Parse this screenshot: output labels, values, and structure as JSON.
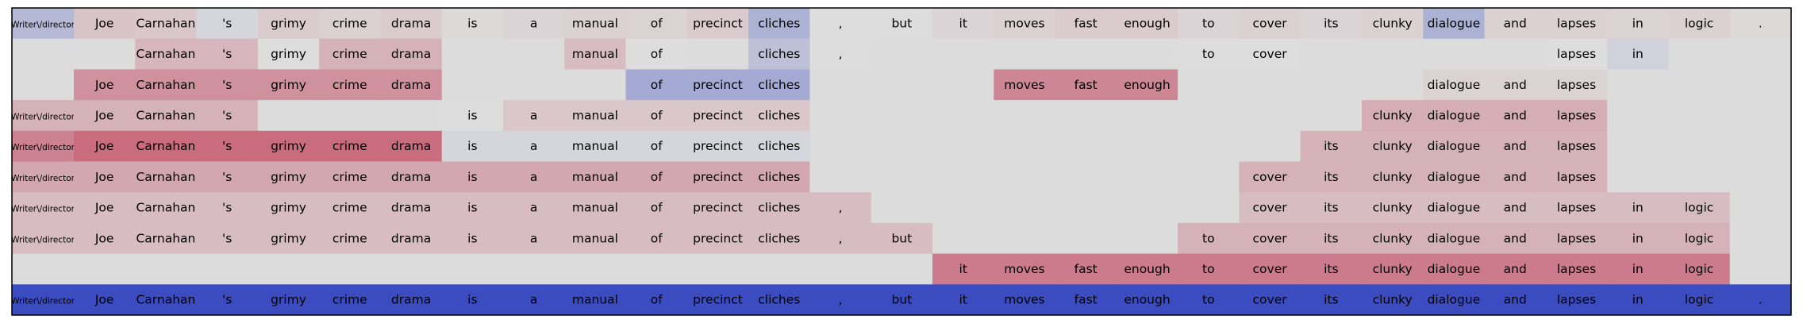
{
  "chart_data": {
    "type": "heatmap",
    "tokens": [
      "Writer\\/director",
      "Joe",
      "Carnahan",
      "'s",
      "grimy",
      "crime",
      "drama",
      "is",
      "a",
      "manual",
      "of",
      "precinct",
      "cliches",
      ",",
      "but",
      "it",
      "moves",
      "fast",
      "enough",
      "to",
      "cover",
      "its",
      "clunky",
      "dialogue",
      "and",
      "lapses",
      "in",
      "logic",
      "."
    ],
    "blank_color": "#dcdcdc",
    "rows": [
      {
        "mask": "11111111111111111111111111111",
        "values": [
          -0.25,
          0.12,
          0.1,
          -0.05,
          0.08,
          0.06,
          0.08,
          0.02,
          0.04,
          0.06,
          0.05,
          0.08,
          -0.3,
          0.0,
          0.0,
          0.04,
          0.06,
          0.08,
          0.08,
          0.04,
          0.06,
          0.04,
          0.06,
          -0.3,
          0.06,
          0.06,
          0.05,
          0.06,
          0.02
        ]
      },
      {
        "mask": "00111110011011000001100001100",
        "values": [
          0,
          0,
          0.18,
          0.18,
          0,
          0.2,
          0.2,
          0,
          0.15,
          0.15,
          0,
          -0.25,
          -0.2,
          0,
          0,
          0,
          0,
          0.2,
          0.2,
          0,
          0,
          0,
          0,
          0.05,
          0.05,
          0,
          -0.08,
          -0.08,
          0
        ]
      },
      {
        "mask": "01111110001110001110000111000",
        "values": [
          0,
          0.35,
          0.35,
          0.35,
          0.35,
          0.35,
          0.35,
          0,
          0,
          0,
          -0.35,
          -0.35,
          -0.35,
          0,
          0,
          0,
          0.4,
          0.4,
          0.4,
          0,
          0,
          0,
          0,
          0.05,
          0.05,
          0.05,
          0,
          0,
          0
        ]
      },
      {
        "mask": "11110001111110000000001111000",
        "values": [
          0.2,
          0.2,
          0.2,
          0.2,
          0,
          0,
          0,
          0,
          0.1,
          0.1,
          0.1,
          0.1,
          0.1,
          0,
          0,
          0,
          0,
          0,
          0,
          0,
          0,
          0,
          0.22,
          0.22,
          0.22,
          0.22,
          0,
          0,
          0
        ]
      },
      {
        "mask": "11111111111110000000011111000",
        "values": [
          0.42,
          0.52,
          0.52,
          0.52,
          0.52,
          0.52,
          0.52,
          -0.05,
          -0.05,
          -0.05,
          -0.05,
          -0.05,
          -0.05,
          0,
          0,
          0,
          0,
          0,
          0,
          0,
          0,
          0.2,
          0.2,
          0.2,
          0.2,
          0.2,
          0,
          0,
          0
        ]
      },
      {
        "mask": "11111111111110000000111111000",
        "values": [
          0.25,
          0.25,
          0.25,
          0.25,
          0.25,
          0.25,
          0.25,
          0.25,
          0.25,
          0.25,
          0.25,
          0.25,
          0.25,
          0,
          0,
          0,
          0,
          0,
          0,
          0,
          0.2,
          0.2,
          0.2,
          0.2,
          0.2,
          0.2,
          0,
          0,
          0
        ]
      },
      {
        "mask": "11111111111111000000111111110",
        "values": [
          0.15,
          0.15,
          0.15,
          0.15,
          0.15,
          0.15,
          0.15,
          0.15,
          0.15,
          0.15,
          0.15,
          0.15,
          0.15,
          0.15,
          0,
          0,
          0,
          0,
          0,
          0,
          0.15,
          0.15,
          0.15,
          0.15,
          0.15,
          0.15,
          0.15,
          0.15,
          0
        ]
      },
      {
        "mask": "11111111111111100001111111110",
        "values": [
          0.15,
          0.15,
          0.15,
          0.15,
          0.15,
          0.15,
          0.15,
          0.15,
          0.15,
          0.15,
          0.15,
          0.15,
          0.15,
          0.15,
          0.15,
          0,
          0,
          0,
          0,
          0.2,
          0.2,
          0.2,
          0.2,
          0.2,
          0.2,
          0.2,
          0.2,
          0.2,
          0
        ]
      },
      {
        "mask": "00000000000000011111111111110",
        "values": [
          0,
          0,
          0,
          0,
          0,
          0,
          0,
          0,
          0,
          0,
          0,
          0,
          0,
          0,
          0,
          0.45,
          0.45,
          0.45,
          0.45,
          0.45,
          0.45,
          0.45,
          0.45,
          0.45,
          0.45,
          0.45,
          0.45,
          0.45,
          0
        ]
      },
      {
        "mask": "11111111111111111111111111111",
        "values": [
          -1,
          -1,
          -1,
          -1,
          -1,
          -1,
          -1,
          -1,
          -1,
          -1,
          -1,
          -1,
          -1,
          -1,
          -1,
          -1,
          -1,
          -1,
          -1,
          -1,
          -1,
          -1,
          -1,
          -1,
          -1,
          -1,
          -1,
          -1,
          -1
        ]
      }
    ]
  }
}
